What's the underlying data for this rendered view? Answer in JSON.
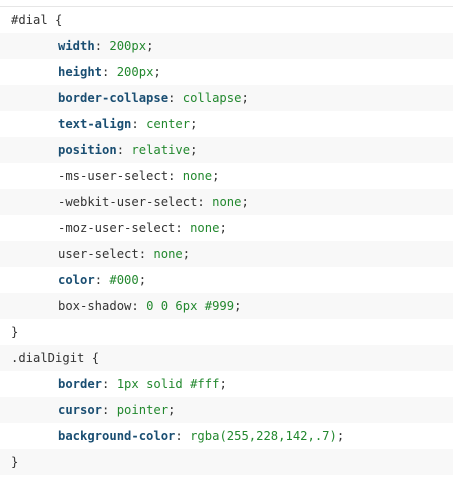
{
  "code": {
    "lines": [
      {
        "type": "selector",
        "text": "#dial {"
      },
      {
        "type": "decl",
        "prop": "width",
        "value": "200px",
        "bold": true
      },
      {
        "type": "decl",
        "prop": "height",
        "value": "200px",
        "bold": true
      },
      {
        "type": "decl",
        "prop": "border-collapse",
        "value": "collapse",
        "bold": true
      },
      {
        "type": "decl",
        "prop": "text-align",
        "value": "center",
        "bold": true
      },
      {
        "type": "decl",
        "prop": "position",
        "value": "relative",
        "bold": true
      },
      {
        "type": "decl",
        "prop": "-ms-user-select",
        "value": "none",
        "bold": false
      },
      {
        "type": "decl",
        "prop": "-webkit-user-select",
        "value": "none",
        "bold": false
      },
      {
        "type": "decl",
        "prop": "-moz-user-select",
        "value": "none",
        "bold": false
      },
      {
        "type": "decl",
        "prop": "user-select",
        "value": "none",
        "bold": false
      },
      {
        "type": "decl",
        "prop": "color",
        "value": "#000",
        "bold": true
      },
      {
        "type": "decl",
        "prop": "box-shadow",
        "value": "0 0 6px #999",
        "bold": false
      },
      {
        "type": "brace",
        "text": "}"
      },
      {
        "type": "selector",
        "text": ".dialDigit {"
      },
      {
        "type": "decl",
        "prop": "border",
        "value": "1px solid #fff",
        "bold": true
      },
      {
        "type": "decl",
        "prop": "cursor",
        "value": "pointer",
        "bold": true
      },
      {
        "type": "decl",
        "prop": "background-color",
        "value": "rgba(255,228,142,.7)",
        "bold": true
      },
      {
        "type": "brace",
        "text": "}"
      }
    ]
  },
  "colors": {
    "property": "#1a4e72",
    "value": "#22882e",
    "text": "#333333",
    "alt_row": "#f8f8f8"
  }
}
